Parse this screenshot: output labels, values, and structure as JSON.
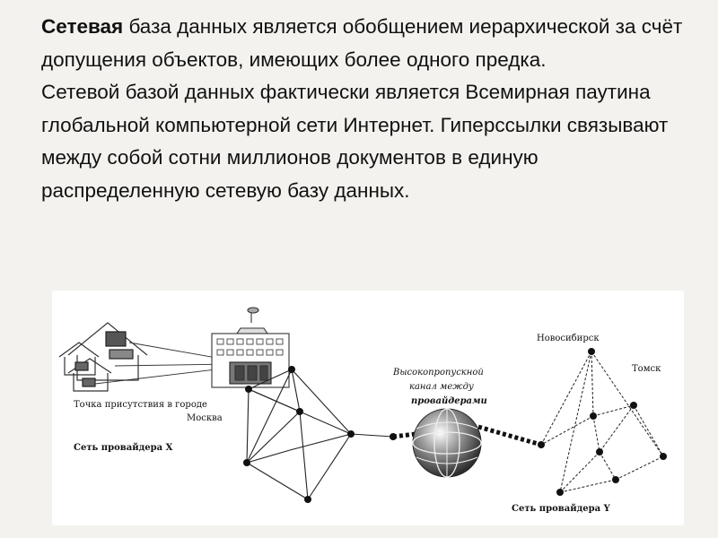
{
  "paragraph": {
    "lead_bold": "Сетевая",
    "lead_rest": " база данных  является обобщением иерархической за счёт допущения объектов, имеющих более одного предка.",
    "second": "Сетевой базой данных фактически является Всемирная паутина глобальной компьютерной сети Интернет. Гиперссылки связывают между собой сотни миллионов документов в единую распределенную сетевую базу данных."
  },
  "diagram": {
    "pop_label_line1": "Точка присутствия в городе",
    "pop_label_line2": "Москва",
    "network_x_label": "Сеть провайдера X",
    "channel_line1": "Высокопропускной",
    "channel_line2": "канал между",
    "channel_line3": "провайдерами",
    "city_novosibirsk": "Новосибирск",
    "city_tomsk": "Томск",
    "network_y_label": "Сеть провайдера Y"
  },
  "colors": {
    "background": "#f3f2ee",
    "diagram_bg": "#ffffff",
    "globe": "#4a4a4a"
  }
}
